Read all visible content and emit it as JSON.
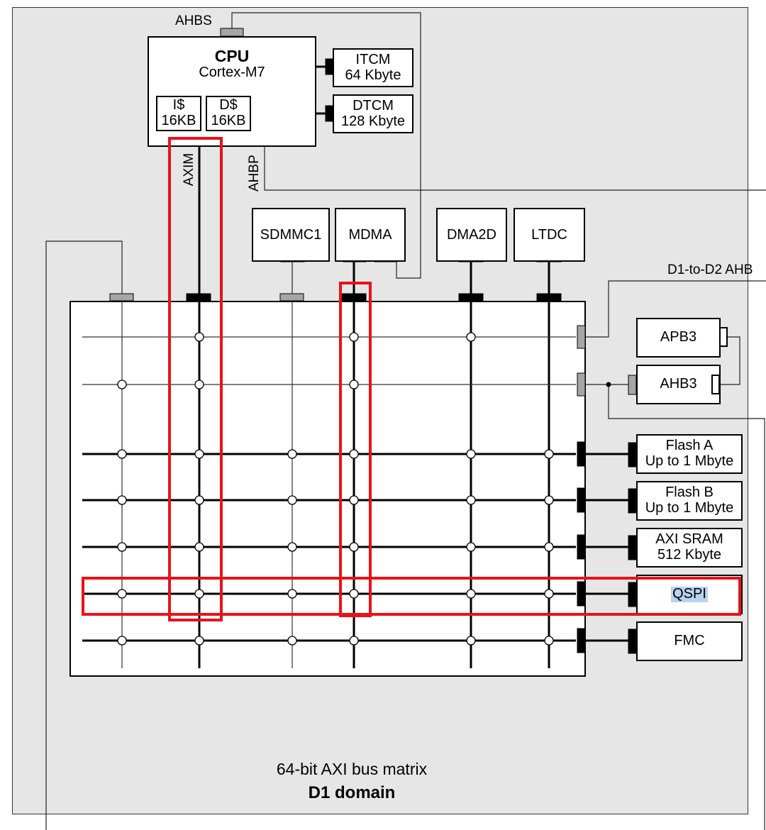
{
  "cpu": {
    "title": "CPU",
    "core": "Cortex-M7",
    "icache": {
      "line1": "I$",
      "line2": "16KB"
    },
    "dcache": {
      "line1": "D$",
      "line2": "16KB"
    },
    "ports": {
      "ahbs": "AHBS",
      "axim": "AXIM",
      "ahbp": "AHBP"
    }
  },
  "tcm": [
    {
      "name": "ITCM",
      "size": "64 Kbyte"
    },
    {
      "name": "DTCM",
      "size": "128 Kbyte"
    }
  ],
  "masters": [
    "SDMMC1",
    "MDMA",
    "DMA2D",
    "LTDC"
  ],
  "bridge_label": "D1-to-D2 AHB",
  "peripherals": {
    "apb3": "APB3",
    "ahb3": "AHB3"
  },
  "slaves": [
    {
      "line1": "Flash A",
      "line2": "Up to 1 Mbyte"
    },
    {
      "line1": "Flash B",
      "line2": "Up to 1 Mbyte"
    },
    {
      "line1": "AXI SRAM",
      "line2": "512 Kbyte"
    },
    {
      "line1": "QSPI",
      "line2": ""
    },
    {
      "line1": "FMC",
      "line2": ""
    }
  ],
  "domain": {
    "line1": "64-bit AXI bus matrix",
    "line2": "D1 domain"
  },
  "colors": {
    "domain_bg": "#e6e6e6",
    "highlight": "#e8121b",
    "port_gray": "#a6a6a6",
    "qspi_text_bg": "#b7d3ee"
  }
}
